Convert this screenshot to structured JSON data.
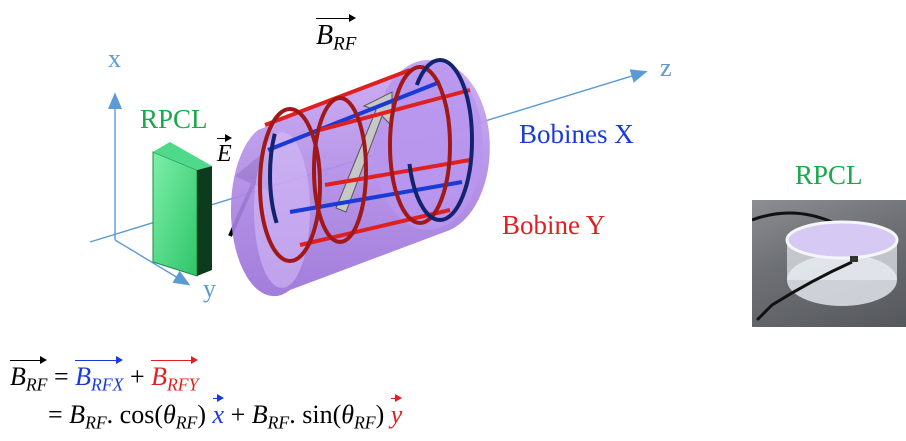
{
  "labels": {
    "axis_x": "x",
    "axis_y": "y",
    "axis_z": "z",
    "rpcl_left": "RPCL",
    "e_field": "E",
    "b_rf": "B",
    "b_rf_sub": "RF",
    "bobines_x": "Bobines X",
    "bobine_y": "Bobine Y",
    "rpcl_photo": "RPCL"
  },
  "equation": {
    "line1": {
      "lhs": "B",
      "lhs_sub": "RF",
      "eq": "=",
      "t1": "B",
      "t1_sub": "RFX",
      "plus": "+",
      "t2": "B",
      "t2_sub": "RFY"
    },
    "line2": {
      "eq": "=",
      "b1": "B",
      "b1_sub": "RF",
      "cos": ". cos(",
      "th1": "θ",
      "th1_sub": "RF",
      "close1": ")",
      "xvec": "x",
      "plus": "+",
      "b2": "B",
      "b2_sub": "RF",
      "sin": ". sin(",
      "th2": "θ",
      "th2_sub": "RF",
      "close2": ")",
      "yvec": "y"
    }
  },
  "colors": {
    "axis": "#5b9bd5",
    "green_label": "#19a84a",
    "blue": "#1a3ad8",
    "red": "#e02020",
    "cylinder": "#b48ee8",
    "ring": "#a01818"
  }
}
